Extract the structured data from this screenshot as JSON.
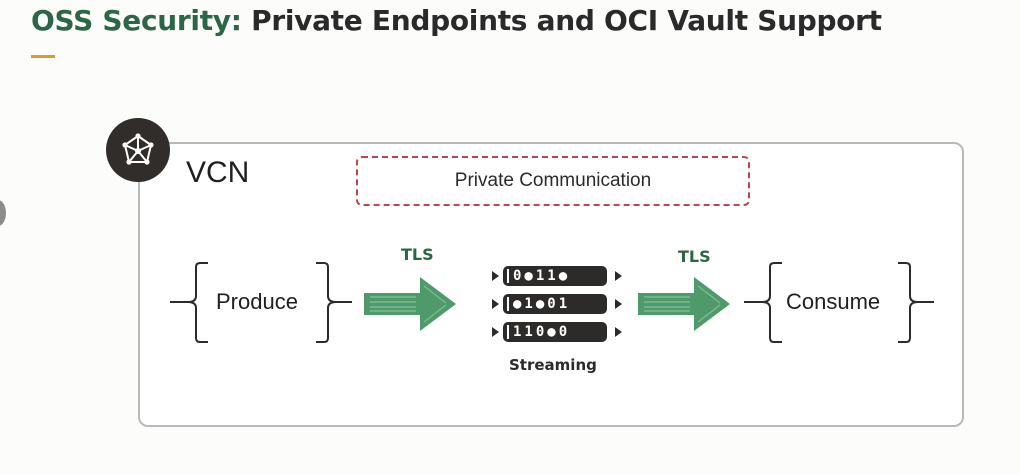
{
  "title": {
    "accent": "OSS Security:",
    "rest": "Private Endpoints and OCI Vault Support"
  },
  "diagram": {
    "vcn_label": "VCN",
    "vcn_icon": "network-mesh-icon",
    "private_communication": "Private Communication",
    "produce_label": "Produce",
    "consume_label": "Consume",
    "tls_left": "TLS",
    "tls_right": "TLS",
    "streaming_label": "Streaming",
    "stream_rows": [
      "0●11●",
      "●1●01",
      "110●0"
    ],
    "colors": {
      "title_accent": "#2d6646",
      "underline": "#d89a2e",
      "arrow_green": "#4e9a6a",
      "dashed_border": "#b9474f",
      "badge": "#312d2a"
    }
  }
}
